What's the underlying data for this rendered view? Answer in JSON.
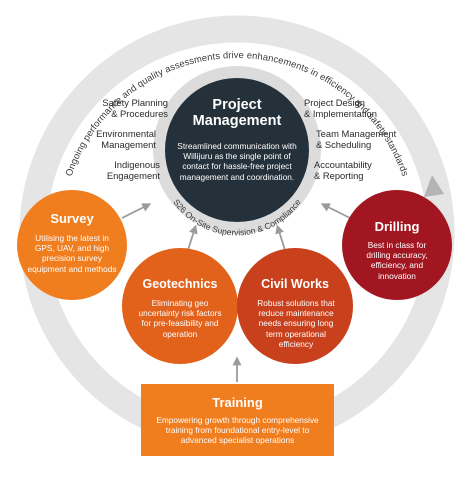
{
  "outer_ring_text": "Ongoing performance and quality assessments drive enhancements in efficiency and safety standards",
  "center": {
    "title_line1": "Project",
    "title_line2": "Management",
    "desc": "Streamlined communication with Willijuru as the single point of contact for hassle-free project management and coordination."
  },
  "center_ring_text": "S26 On-Site Supervision & Compliance",
  "left_labels": [
    {
      "line1": "Safety Planning",
      "line2": "& Procedures"
    },
    {
      "line1": "Environmental",
      "line2": "Management"
    },
    {
      "line1": "Indigenous",
      "line2": "Engagement"
    }
  ],
  "right_labels": [
    {
      "line1": "Project Design",
      "line2": "& Implementation"
    },
    {
      "line1": "Team Management",
      "line2": "& Scheduling"
    },
    {
      "line1": "Accountability",
      "line2": "& Reporting"
    }
  ],
  "nodes": {
    "survey": {
      "title": "Survey",
      "desc": "Utilising the latest in GPS, UAV, and high precision survey equipment and methods"
    },
    "geotechnics": {
      "title": "Geotechnics",
      "desc": "Eliminating geo uncertainty risk factors for pre-feasibility and operation"
    },
    "civil_works": {
      "title": "Civil Works",
      "desc": "Robust solutions that reduce maintenance needs ensuring long term operational efficiency"
    },
    "drilling": {
      "title": "Drilling",
      "desc": "Best in class for drilling accuracy, efficiency, and innovation"
    },
    "training": {
      "title": "Training",
      "desc": "Empowering growth through comprehensive training from foundational entry-level to advanced specialist operations"
    }
  },
  "colors": {
    "center": "#24313a",
    "survey": "#f07d1e",
    "geotechnics": "#e2621b",
    "civil_works": "#c8401c",
    "drilling": "#a11620",
    "training": "#f07d1e",
    "ring": "#e5e5e5",
    "arrow": "#9b9b9b"
  }
}
